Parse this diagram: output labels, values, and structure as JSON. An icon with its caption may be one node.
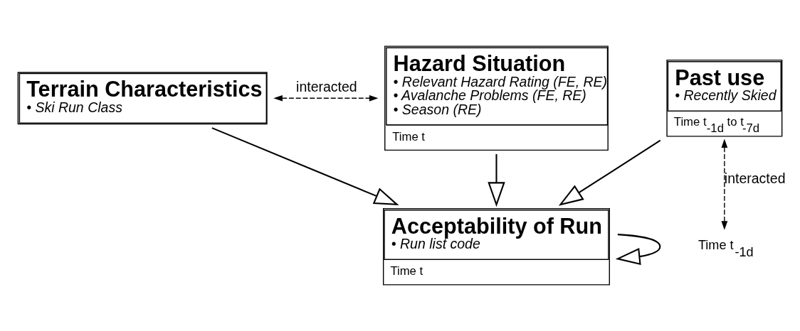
{
  "diagram": {
    "nodes": [
      {
        "text": [
          "Hazard Situation",
          "• Relevant Hazard Rating (FE, RE)",
          "• Avalanche Problems (FE, RE)",
          "• Season (RE)",
          "Time t"
        ]
      },
      {
        "text": [
          "Terrain Characteristics",
          "• Ski Run Class"
        ]
      },
      {
        "text": [
          "Past use",
          "• Recently Skied",
          "Time t$_{-1d}$ to t$_{-7d}$"
        ]
      },
      {
        "text": [
          "Acceptability of Run",
          "• Run list code",
          "Time t"
        ]
      },
      {
        "text": [
          "Time t$_{-1d}$"
        ]
      }
    ],
    "edges": [
      {
        "from": 1,
        "to": 0,
        "arrow": "both",
        "style": "dashed",
        "label": "interacted"
      },
      {
        "from": 0,
        "to": 3,
        "arrow": "to"
      },
      {
        "from": 1,
        "to": 3,
        "arrow": "to"
      },
      {
        "from": 2,
        "to": 3,
        "arrow": "to"
      },
      {
        "from": 3,
        "to": 3,
        "arrow": "to"
      },
      {
        "from": 2,
        "to": 4,
        "arrow": "both",
        "style": "dashed",
        "label": "interacted"
      }
    ]
  }
}
